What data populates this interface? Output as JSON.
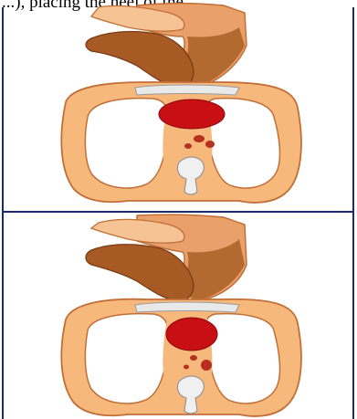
{
  "caption": "...), placing the heel of the ...",
  "colors": {
    "skin": "#f7b87c",
    "skin_outline": "#c26f37",
    "arm_light": "#f6c394",
    "arm_dark": "#b36a30",
    "hand_shadow": "#7a3c16",
    "heart": "#c80f14",
    "vessels": "#b7301f",
    "sternum": "#e9e9e9",
    "frame": "#1c2a6e",
    "background": "#ffffff"
  },
  "panels": [
    {
      "label": "relaxed-chest",
      "heart_scale": "normal"
    },
    {
      "label": "compressed-chest",
      "heart_scale": "compressed"
    }
  ]
}
